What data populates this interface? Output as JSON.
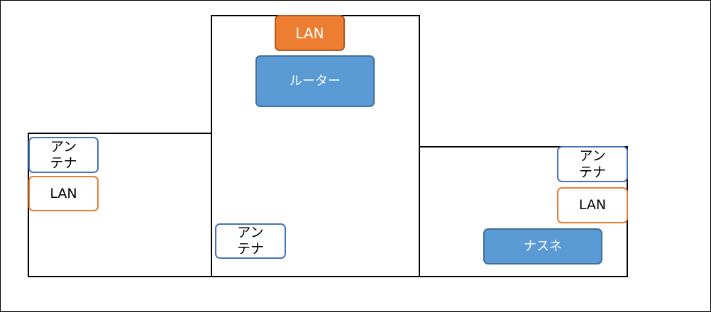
{
  "left_room": {
    "antenna": "アン\nテナ",
    "lan": "LAN"
  },
  "center_room": {
    "lan": "LAN",
    "router": "ルーター",
    "antenna": "アン\nテナ"
  },
  "right_room": {
    "antenna": "アン\nテナ",
    "lan": "LAN",
    "nas": "ナスネ"
  },
  "colors": {
    "outline_blue": "#4472c4",
    "outline_orange": "#ed7d31",
    "fill_orange": "#ed7d31",
    "fill_blue": "#5b9bd5"
  }
}
